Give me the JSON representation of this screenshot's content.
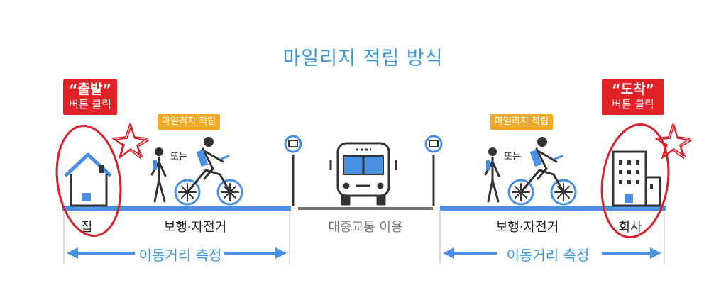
{
  "title": "마일리지 적립 방식",
  "start_callout": {
    "quote": "“출발”",
    "sub": "버튼 클릭"
  },
  "end_callout": {
    "quote": "“도착”",
    "sub": "버튼 클릭"
  },
  "mileage_badge": "마일리지 적립",
  "or_text": "또는",
  "segments": {
    "home": "집",
    "walk_bike": "보행·자전거",
    "public_transit": "대중교통 이용",
    "company": "회사"
  },
  "measure_label": "이동거리 측정",
  "colors": {
    "accent_blue": "#4a90e2",
    "callout_red": "#e02228",
    "badge_orange": "#f3a824",
    "road_gray": "#6f6f6f"
  },
  "icons": [
    "house-icon",
    "walker-icon",
    "cyclist-icon",
    "bus-stop-icon",
    "bus-icon",
    "office-building-icon",
    "star-scribble-icon"
  ]
}
